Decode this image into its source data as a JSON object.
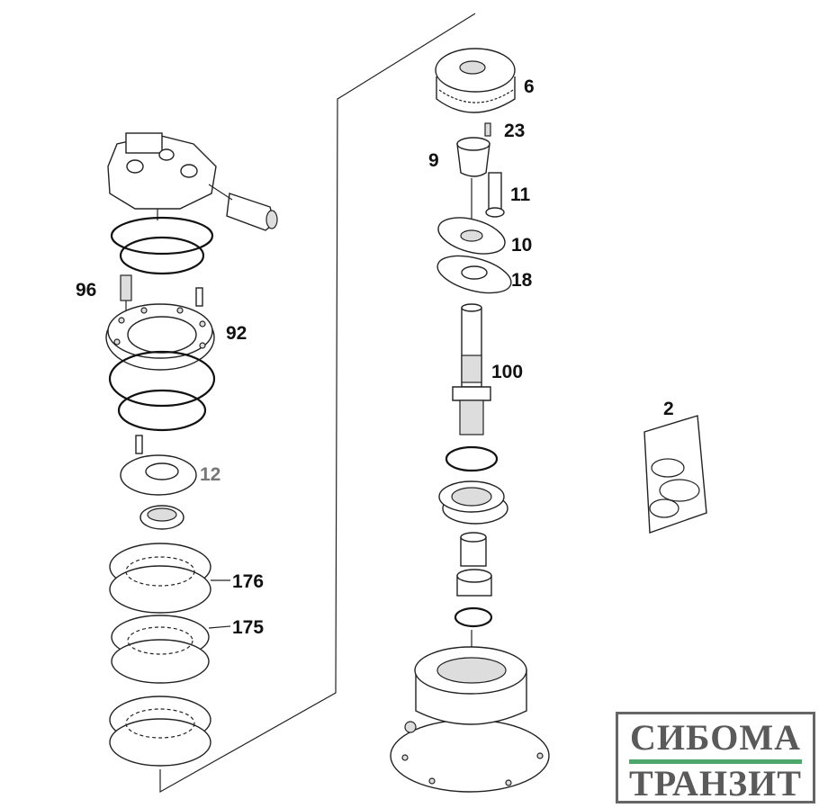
{
  "diagram": {
    "callouts": {
      "part_6": "6",
      "part_23": "23",
      "part_9": "9",
      "part_11": "11",
      "part_10": "10",
      "part_18": "18",
      "part_100": "100",
      "part_2": "2",
      "part_96": "96",
      "part_92": "92",
      "part_12": "12",
      "part_176": "176",
      "part_175": "175"
    }
  },
  "logo": {
    "line1": "СИБОМА",
    "line2": "ТРАНЗИТ",
    "accent_color": "#4fa86b"
  }
}
